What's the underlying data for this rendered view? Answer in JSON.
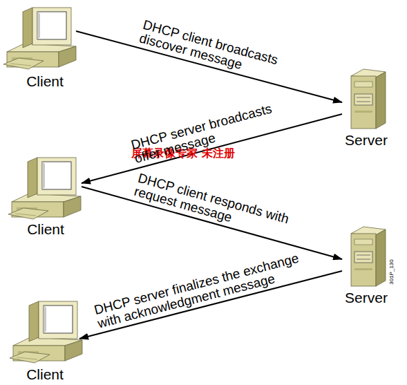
{
  "diagram": {
    "nodes": [
      {
        "text": [
          "Client"
        ]
      },
      {
        "text": [
          "Server"
        ]
      },
      {
        "text": [
          "Client"
        ]
      },
      {
        "text": [
          "Server"
        ]
      },
      {
        "text": [
          "Client"
        ]
      }
    ],
    "edges": [
      {
        "from": 0,
        "to": 1,
        "arrow": "to",
        "label": "DHCP client broadcasts discover message"
      },
      {
        "from": 1,
        "to": 2,
        "arrow": "to",
        "label": "DHCP server broadcasts offer message"
      },
      {
        "from": 2,
        "to": 3,
        "arrow": "to",
        "label": "DHCP client responds with request message"
      },
      {
        "from": 3,
        "to": 4,
        "arrow": "to",
        "label": "DHCP server finalizes the exchange with acknowledgment message"
      }
    ],
    "labels": [
      "屏幕录像专家 未注册",
      "301P_130"
    ]
  }
}
